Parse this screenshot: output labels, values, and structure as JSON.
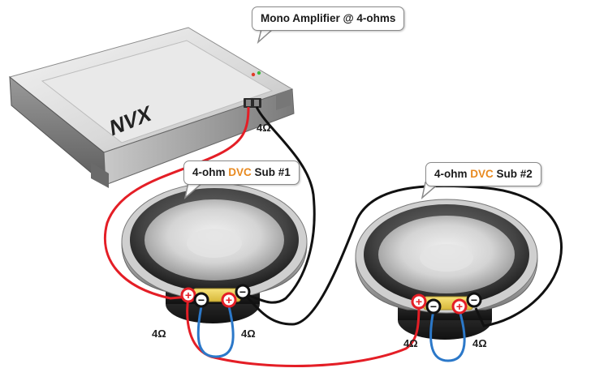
{
  "amplifier": {
    "callout_label": "Mono Amplifier @ 4-ohms",
    "brand": "NVX",
    "terminal_impedance": "4Ω"
  },
  "sub1": {
    "callout_prefix": "4-ohm ",
    "callout_highlight": "DVC",
    "callout_suffix": " Sub #1",
    "coil_left_impedance": "4Ω",
    "coil_right_impedance": "4Ω"
  },
  "sub2": {
    "callout_prefix": "4-ohm ",
    "callout_highlight": "DVC",
    "callout_suffix": " Sub #2",
    "coil_left_impedance": "4Ω",
    "coil_right_impedance": "4Ω"
  },
  "terminal_symbols": {
    "positive": "+",
    "negative": "−"
  },
  "colors": {
    "positive_wire": "#e41e26",
    "negative_wire": "#111111",
    "jumper_wire": "#2b78c9",
    "dvc_highlight": "#e8891f"
  }
}
